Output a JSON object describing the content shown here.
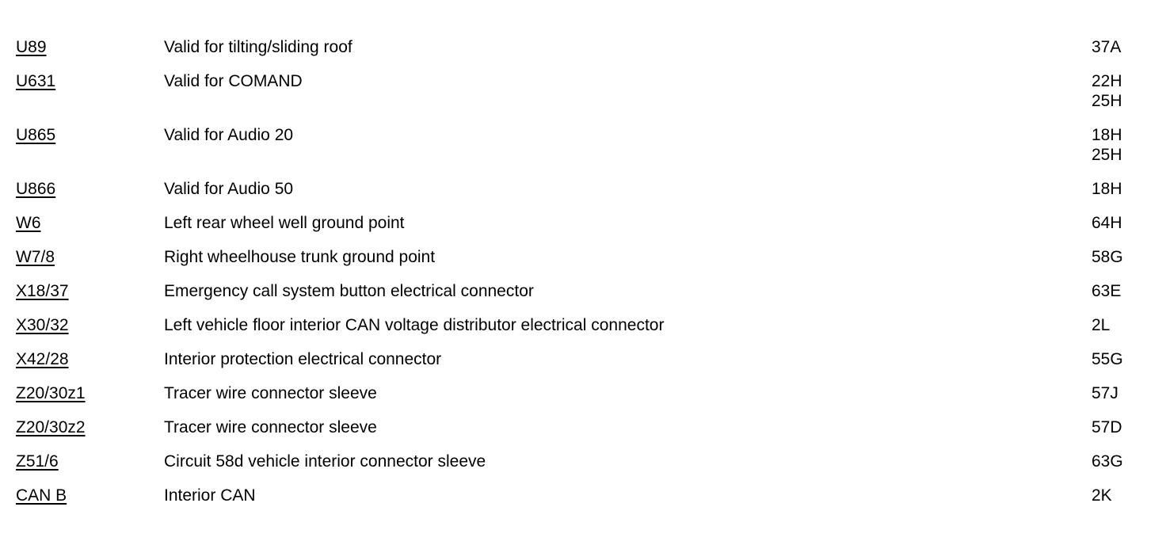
{
  "colors": {
    "background": "#ffffff",
    "text": "#000000"
  },
  "legend": {
    "rows": [
      {
        "code": "U89",
        "description": "Valid for tilting/sliding roof",
        "locations": [
          "37A"
        ]
      },
      {
        "code": "U631",
        "description": "Valid for COMAND",
        "locations": [
          "22H",
          "25H"
        ]
      },
      {
        "code": "U865",
        "description": "Valid for Audio 20",
        "locations": [
          "18H",
          "25H"
        ]
      },
      {
        "code": "U866",
        "description": "Valid for Audio 50",
        "locations": [
          "18H"
        ]
      },
      {
        "code": "W6",
        "description": "Left rear wheel well ground point",
        "locations": [
          "64H"
        ]
      },
      {
        "code": "W7/8",
        "description": "Right wheelhouse trunk ground point",
        "locations": [
          "58G"
        ]
      },
      {
        "code": "X18/37",
        "description": "Emergency call system button electrical connector",
        "locations": [
          "63E"
        ]
      },
      {
        "code": "X30/32",
        "description": "Left vehicle floor interior CAN voltage distributor electrical connector",
        "locations": [
          "2L"
        ]
      },
      {
        "code": "X42/28",
        "description": "Interior protection electrical connector",
        "locations": [
          "55G"
        ]
      },
      {
        "code": "Z20/30z1",
        "description": "Tracer wire connector sleeve",
        "locations": [
          "57J"
        ]
      },
      {
        "code": "Z20/30z2",
        "description": "Tracer wire connector sleeve",
        "locations": [
          "57D"
        ]
      },
      {
        "code": "Z51/6",
        "description": "Circuit 58d vehicle interior connector sleeve",
        "locations": [
          "63G"
        ]
      },
      {
        "code": "CAN B",
        "description": "Interior CAN",
        "locations": [
          "2K"
        ]
      }
    ]
  }
}
